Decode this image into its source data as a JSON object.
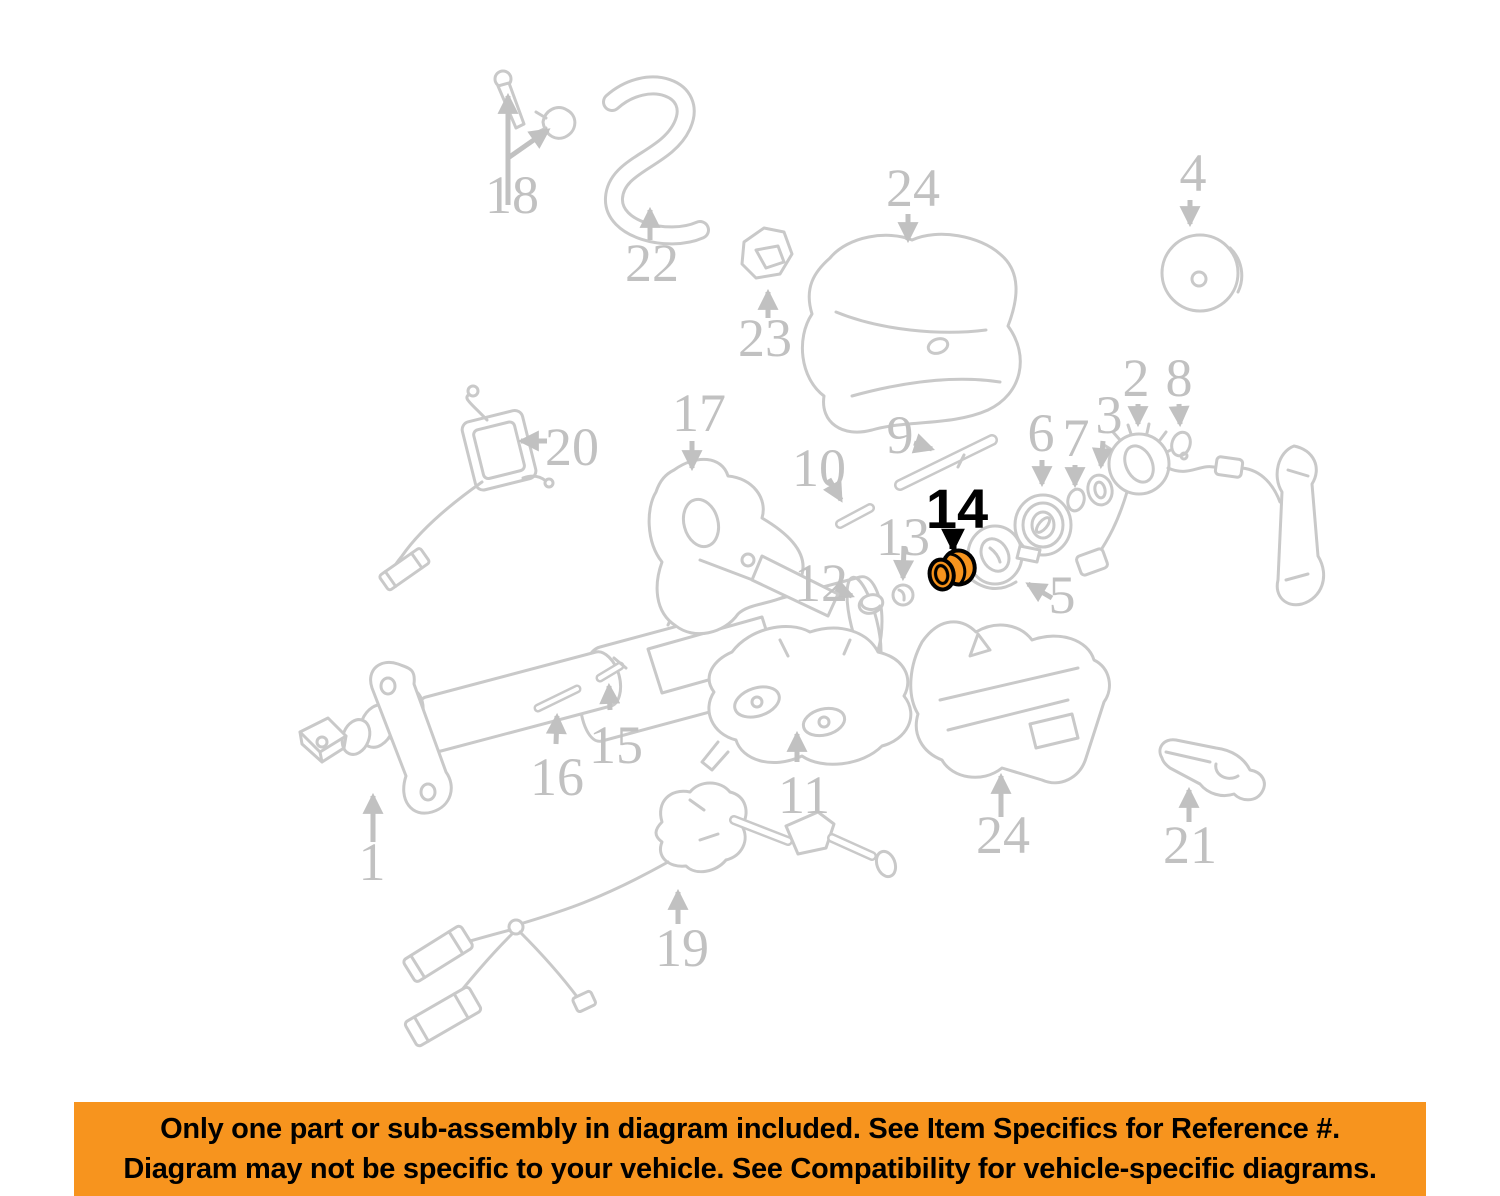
{
  "banner": {
    "line1": "Only one part or sub-assembly in diagram included. See Item Specifics for Reference #.",
    "line2": "Diagram may not be specific to your vehicle. See Compatibility for vehicle-specific diagrams.",
    "background_color": "#F7941E",
    "text_color": "#000000"
  },
  "diagram": {
    "line_color": "#C9C9C9",
    "callout_color": "#C1C1C1",
    "background_color": "#FFFFFF",
    "highlight": {
      "label": "14",
      "fill_color": "#F7941E",
      "outline_color": "#000000"
    },
    "callouts": [
      {
        "text": "1"
      },
      {
        "text": "2"
      },
      {
        "text": "3"
      },
      {
        "text": "4"
      },
      {
        "text": "5"
      },
      {
        "text": "6"
      },
      {
        "text": "7"
      },
      {
        "text": "8"
      },
      {
        "text": "9"
      },
      {
        "text": "10"
      },
      {
        "text": "11"
      },
      {
        "text": "12"
      },
      {
        "text": "13"
      },
      {
        "text": "15"
      },
      {
        "text": "16"
      },
      {
        "text": "17"
      },
      {
        "text": "18"
      },
      {
        "text": "19"
      },
      {
        "text": "20"
      },
      {
        "text": "21"
      },
      {
        "text": "22"
      },
      {
        "text": "23"
      },
      {
        "text": "24"
      },
      {
        "text": "24"
      }
    ]
  }
}
